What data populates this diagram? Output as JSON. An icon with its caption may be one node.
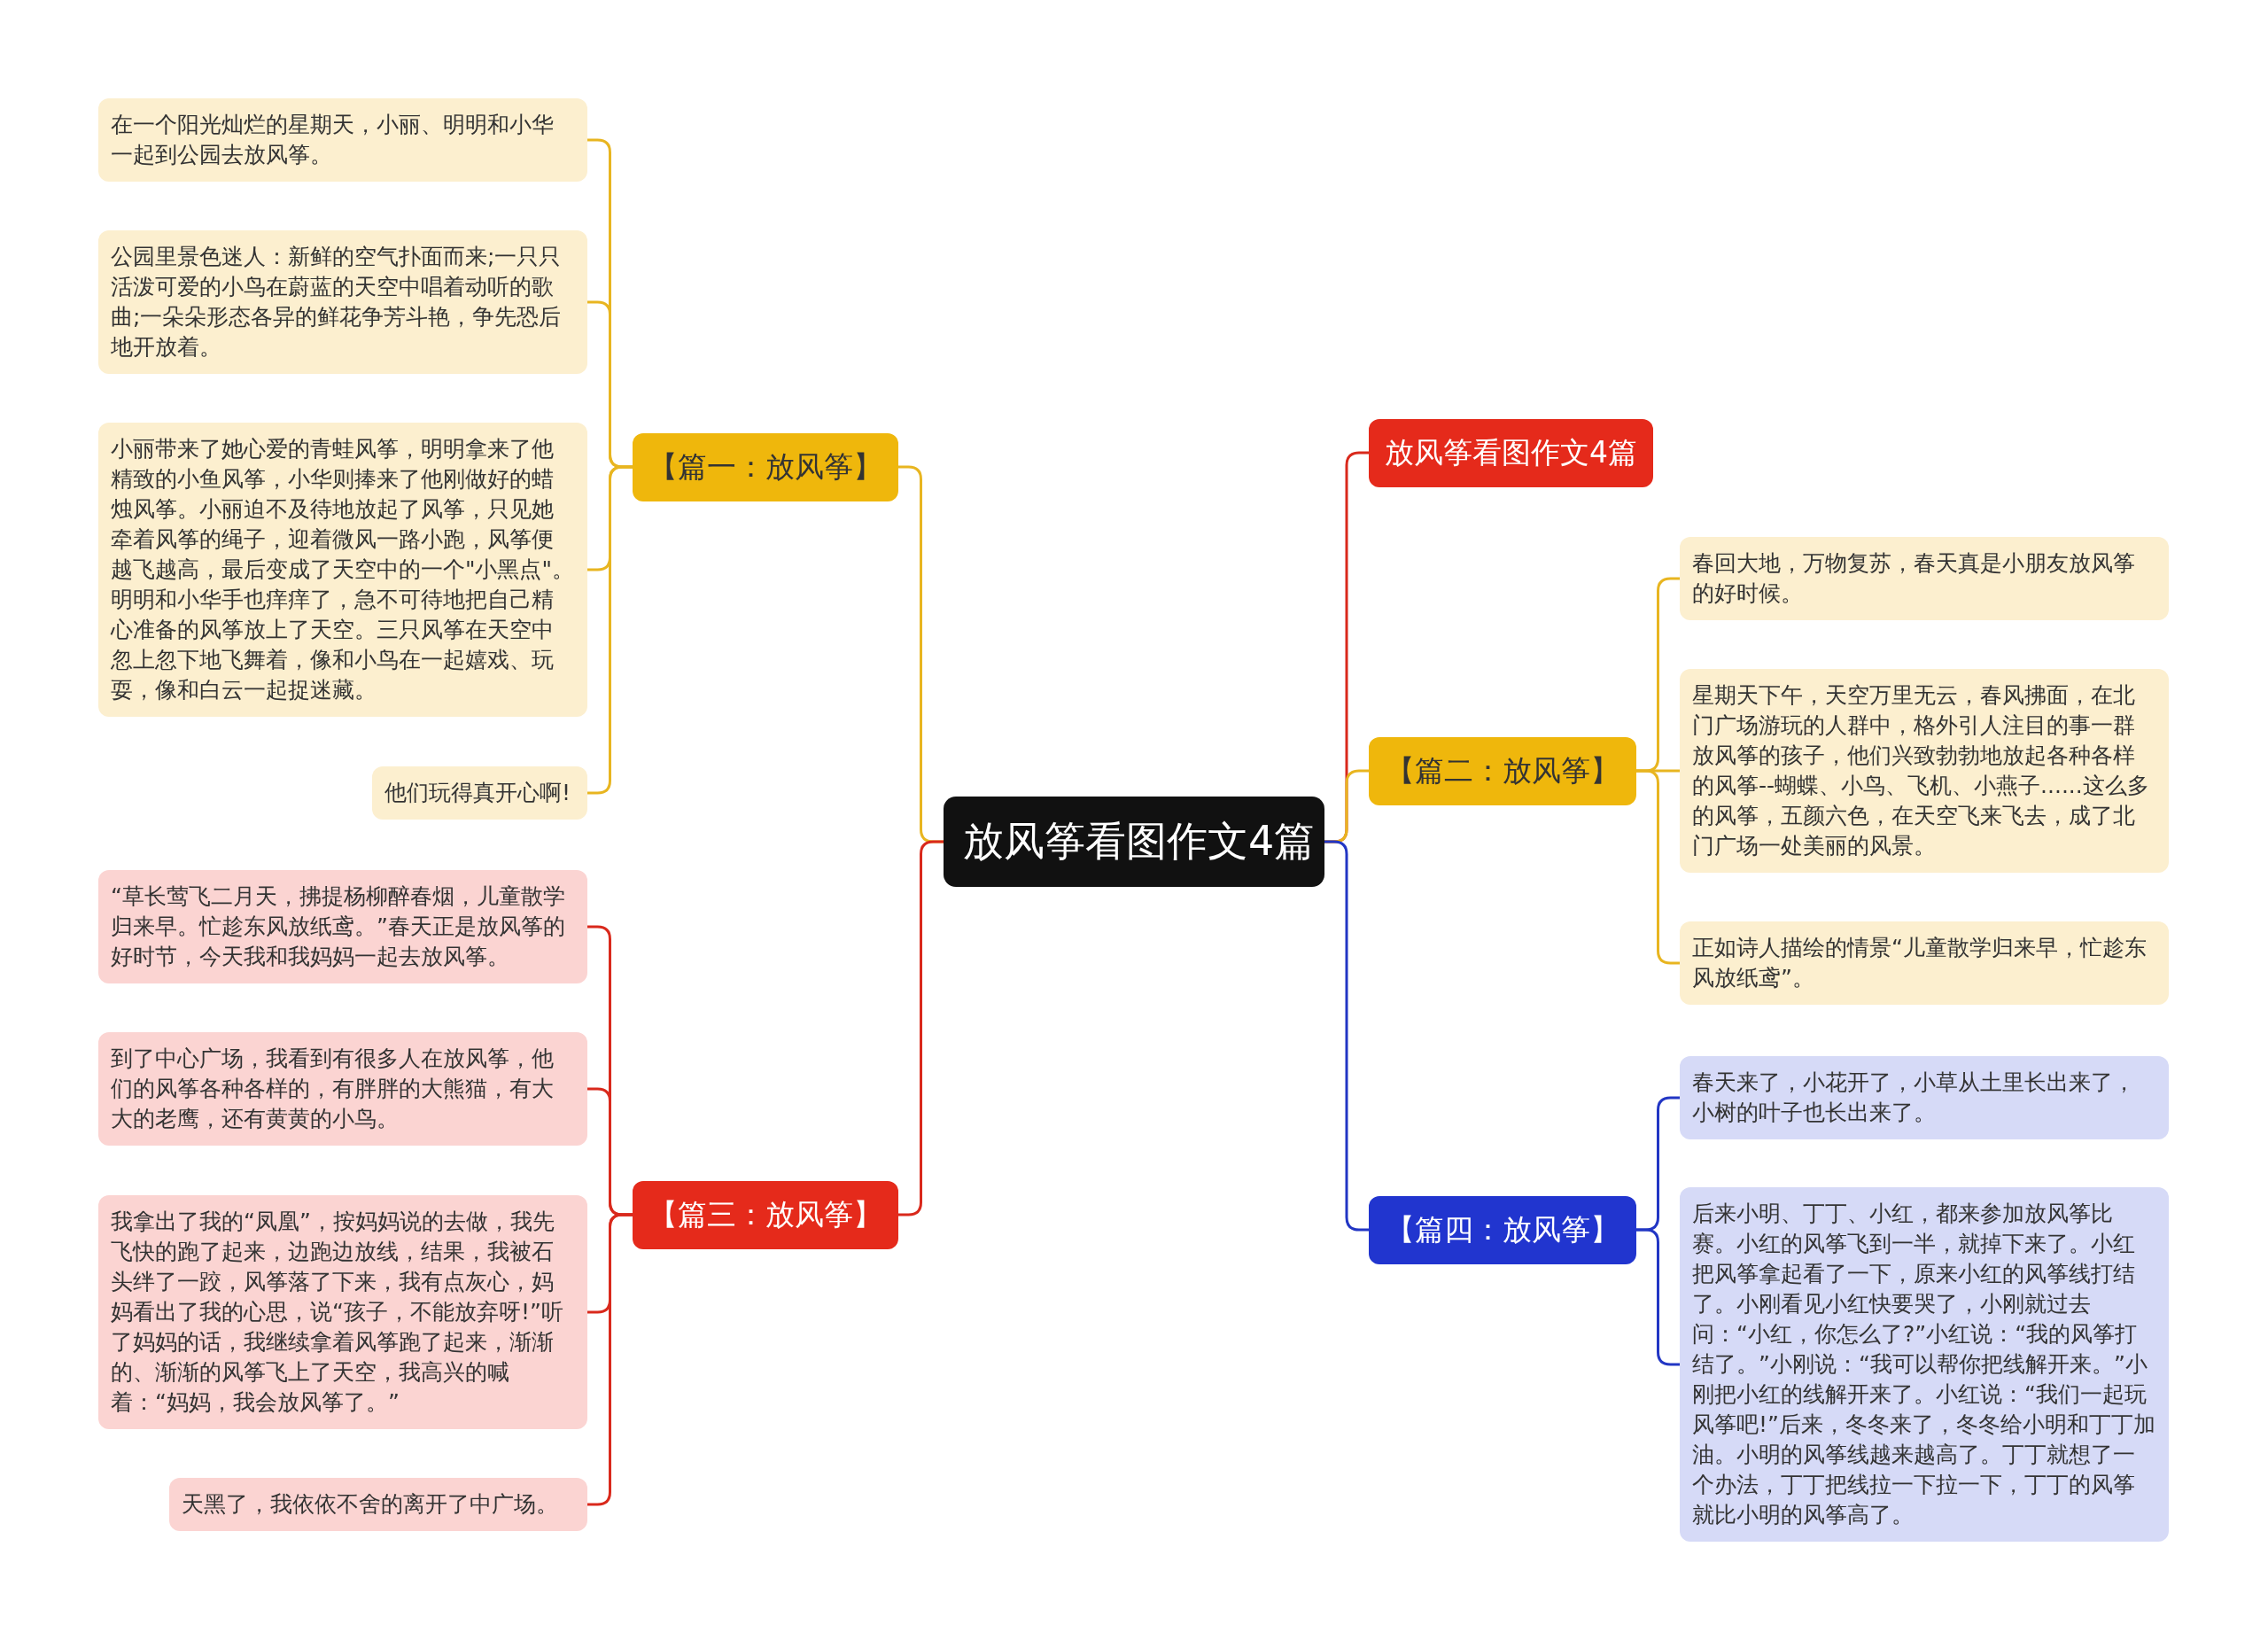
{
  "diagram": {
    "nodes": [
      {
        "text": [
          "放风筝看图作文4篇"
        ]
      },
      {
        "text": [
          "【篇一：放风筝】"
        ]
      },
      {
        "text": [
          "在一个阳光灿烂的星期天，小丽、明明和小华一起到公园去放风筝。"
        ]
      },
      {
        "text": [
          "公园里景色迷人：新鲜的空气扑面而来;一只只活泼可爱的小鸟在蔚蓝的天空中唱着动听的歌曲;一朵朵形态各异的鲜花争芳斗艳，争先恐后地开放着。"
        ]
      },
      {
        "text": [
          "小丽带来了她心爱的青蛙风筝，明明拿来了他精致的小鱼风筝，小华则捧来了他刚做好的蜡烛风筝。小丽迫不及待地放起了风筝，只见她牵着风筝的绳子，迎着微风一路小跑，风筝便越飞越高，最后变成了天空中的一个\"小黑点\"。明明和小华手也痒痒了，急不可待地把自己精心准备的风筝放上了天空。三只风筝在天空中忽上忽下地飞舞着，像和小鸟在一起嬉戏、玩耍，像和白云一起捉迷藏。"
        ]
      },
      {
        "text": [
          "他们玩得真开心啊!"
        ]
      },
      {
        "text": [
          "【篇三：放风筝】"
        ]
      },
      {
        "text": [
          "“草长莺飞二月天，拂提杨柳醉春烟，儿童散学归来早。忙趁东风放纸鸢。”春天正是放风筝的好时节，今天我和我妈妈一起去放风筝。"
        ]
      },
      {
        "text": [
          "到了中心广场，我看到有很多人在放风筝，他们的风筝各种各样的，有胖胖的大熊猫，有大大的老鹰，还有黄黄的小鸟。"
        ]
      },
      {
        "text": [
          "我拿出了我的“凤凰”，按妈妈说的去做，我先飞快的跑了起来，边跑边放线，结果，我被石头绊了一跤，风筝落了下来，我有点灰心，妈妈看出了我的心思，说“孩子，不能放弃呀!”听了妈妈的话，我继续拿着风筝跑了起来，渐渐的、渐渐的风筝飞上了天空，我高兴的喊着：“妈妈，我会放风筝了。”"
        ]
      },
      {
        "text": [
          "天黑了，我依依不舍的离开了中广场。"
        ]
      },
      {
        "text": [
          "放风筝看图作文4篇"
        ]
      },
      {
        "text": [
          "【篇二：放风筝】"
        ]
      },
      {
        "text": [
          "春回大地，万物复苏，春天真是小朋友放风筝的好时候。"
        ]
      },
      {
        "text": [
          "星期天下午，天空万里无云，春风拂面，在北门广场游玩的人群中，格外引人注目的事一群放风筝的孩子，他们兴致勃勃地放起各种各样的风筝--蝴蝶、小鸟、飞机、小燕子......这么多的风筝，五颜六色，在天空飞来飞去，成了北门广场一处美丽的风景。"
        ]
      },
      {
        "text": [
          "正如诗人描绘的情景“儿童散学归来早，忙趁东风放纸鸢”。"
        ]
      },
      {
        "text": [
          "【篇四：放风筝】"
        ]
      },
      {
        "text": [
          "春天来了，小花开了，小草从土里长出来了，小树的叶子也长出来了。"
        ]
      },
      {
        "text": [
          "后来小明、丁丁、小红，都来参加放风筝比赛。小红的风筝飞到一半，就掉下来了。小红把风筝拿起看了一下，原来小红的风筝线打结了。小刚看见小红快要哭了，小刚就过去问：“小红，你怎么了?”小红说：“我的风筝打结了。”小刚说：“我可以帮你把线解开来。”小刚把小红的线解开来了。小红说：“我们一起玩风筝吧!”后来，冬冬来了，冬冬给小明和丁丁加油。小明的风筝线越来越高了。丁丁就想了一个办法，丁丁把线拉一下拉一下，丁丁的风筝就比小明的风筝高了。"
        ]
      }
    ],
    "edges": [
      {
        "from": 0,
        "to": 1,
        "arrow": "none",
        "color": "#e8b520"
      },
      {
        "from": 1,
        "to": 2,
        "arrow": "none",
        "color": "#e8b520"
      },
      {
        "from": 1,
        "to": 3,
        "arrow": "none",
        "color": "#e8b520"
      },
      {
        "from": 1,
        "to": 4,
        "arrow": "none",
        "color": "#e8b520"
      },
      {
        "from": 1,
        "to": 5,
        "arrow": "none",
        "color": "#e8b520"
      },
      {
        "from": 0,
        "to": 6,
        "arrow": "none",
        "color": "#d9291c"
      },
      {
        "from": 6,
        "to": 7,
        "arrow": "none",
        "color": "#d9291c"
      },
      {
        "from": 6,
        "to": 8,
        "arrow": "none",
        "color": "#d9291c"
      },
      {
        "from": 6,
        "to": 9,
        "arrow": "none",
        "color": "#d9291c"
      },
      {
        "from": 6,
        "to": 10,
        "arrow": "none",
        "color": "#d9291c"
      },
      {
        "from": 0,
        "to": 11,
        "arrow": "none",
        "color": "#d9291c"
      },
      {
        "from": 0,
        "to": 12,
        "arrow": "none",
        "color": "#e8b520"
      },
      {
        "from": 12,
        "to": 13,
        "arrow": "none",
        "color": "#e8b520"
      },
      {
        "from": 12,
        "to": 14,
        "arrow": "none",
        "color": "#e8b520"
      },
      {
        "from": 12,
        "to": 15,
        "arrow": "none",
        "color": "#e8b520"
      },
      {
        "from": 0,
        "to": 16,
        "arrow": "none",
        "color": "#2236c4"
      },
      {
        "from": 16,
        "to": 17,
        "arrow": "none",
        "color": "#2236c4"
      },
      {
        "from": 16,
        "to": 18,
        "arrow": "none",
        "color": "#2236c4"
      }
    ]
  }
}
